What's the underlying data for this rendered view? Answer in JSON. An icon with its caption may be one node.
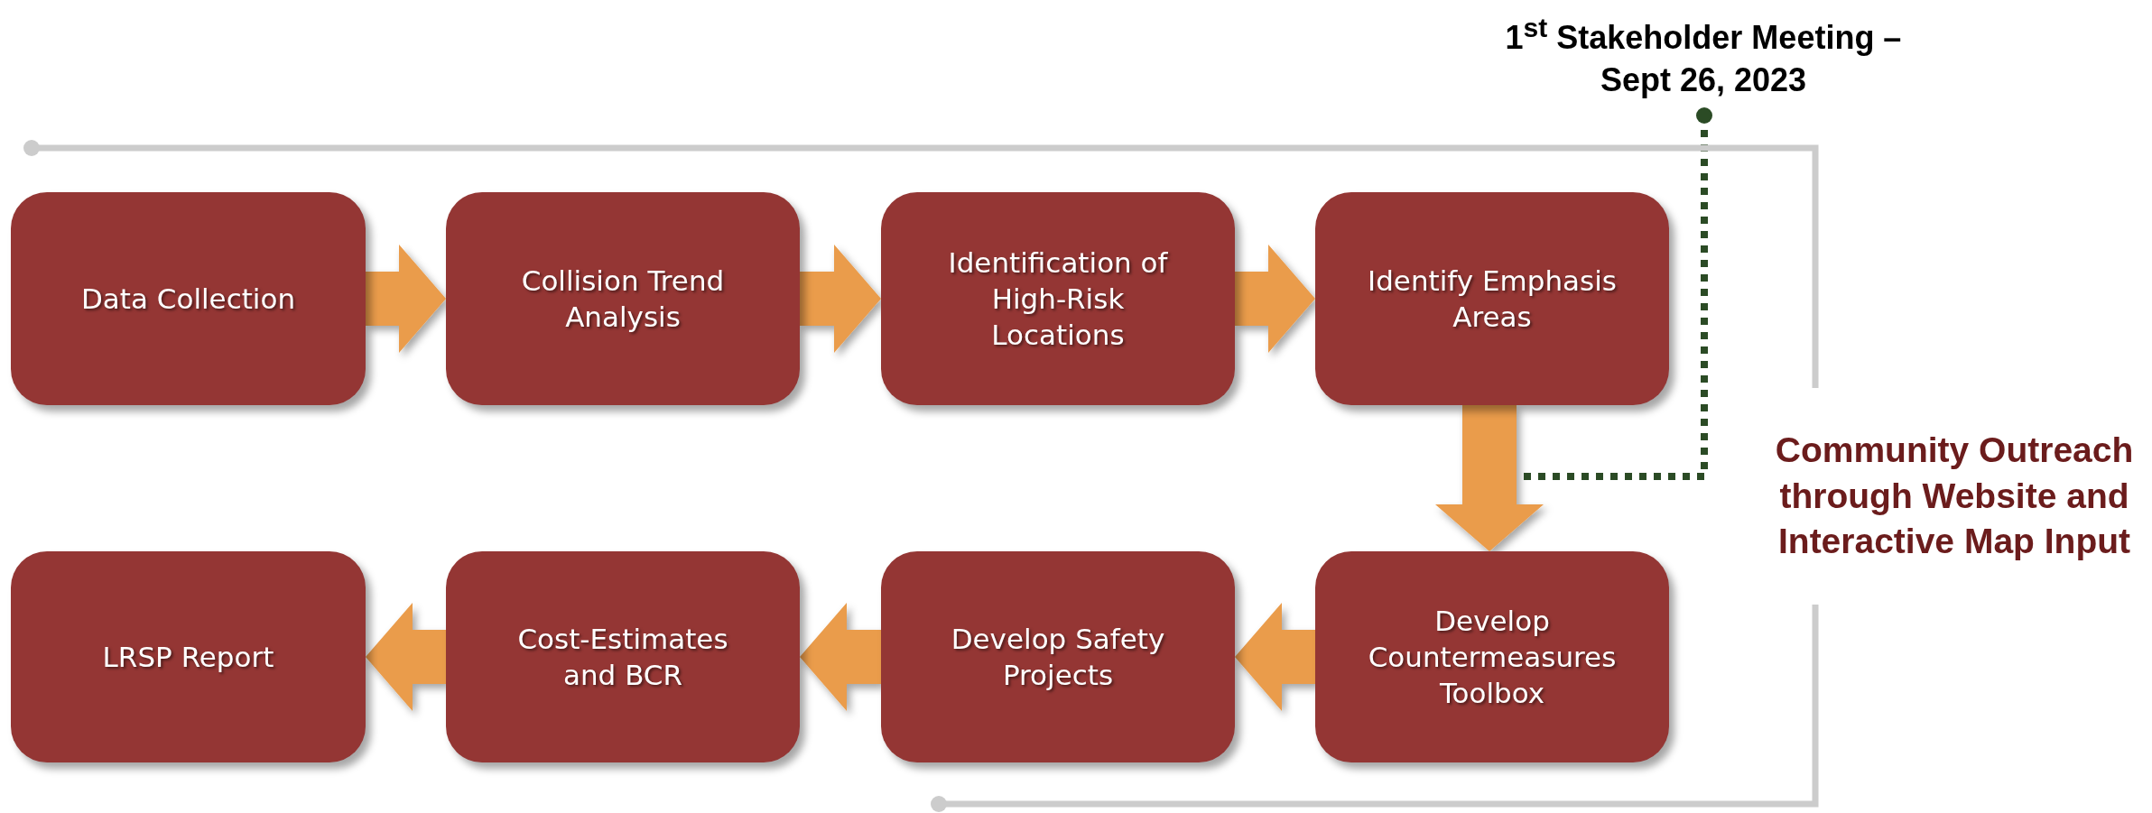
{
  "diagram": {
    "nodes": [
      {
        "text": [
          "Data Collection"
        ]
      },
      {
        "text": [
          "Collision Trend Analysis"
        ]
      },
      {
        "text": [
          "Identification of High-Risk Locations"
        ]
      },
      {
        "text": [
          "Identify Emphasis Areas"
        ]
      },
      {
        "text": [
          "Develop Countermeasures Toolbox"
        ]
      },
      {
        "text": [
          "Develop Safety Projects"
        ]
      },
      {
        "text": [
          "Cost-Estimates and BCR"
        ]
      },
      {
        "text": [
          "LRSP Report"
        ]
      },
      {
        "text": [
          "1$^{st}$ Stakeholder Meeting – Sept 26, 2023"
        ]
      },
      {
        "text": [
          "Community Outreach through Website and Interactive Map Input"
        ]
      }
    ],
    "edges": [
      {
        "from": 0,
        "to": 1,
        "arrow": "to"
      },
      {
        "from": 1,
        "to": 2,
        "arrow": "to"
      },
      {
        "from": 2,
        "to": 3,
        "arrow": "to"
      },
      {
        "from": 3,
        "to": 4,
        "arrow": "to"
      },
      {
        "from": 4,
        "to": 5,
        "arrow": "to"
      },
      {
        "from": 5,
        "to": 6,
        "arrow": "to"
      },
      {
        "from": 6,
        "to": 7,
        "arrow": "to"
      },
      {
        "from": 8,
        "to": null,
        "arrow": "other",
        "style": "dashed",
        "color": "#2b4b25"
      },
      {
        "from": 9,
        "to": 0,
        "arrow": "other",
        "color": "#cccccc"
      },
      {
        "from": 9,
        "to": 5,
        "arrow": "other",
        "color": "#cccccc"
      }
    ]
  }
}
